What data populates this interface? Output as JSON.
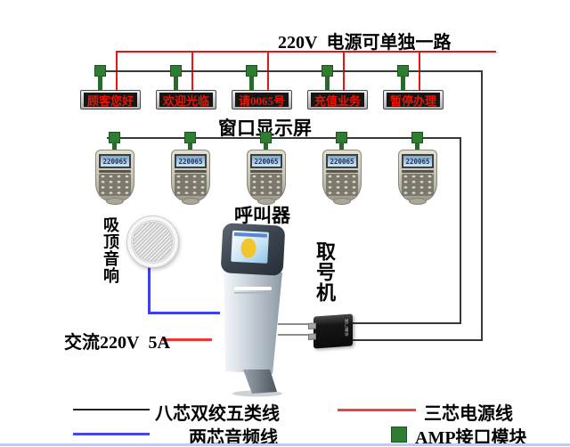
{
  "power_label": "220V  电源可单独一路",
  "displays": {
    "label": "窗口显示屏",
    "items": [
      "顾客您好",
      "欢迎光临",
      "请0065号",
      "充值业务",
      "暂停办理"
    ]
  },
  "callers": {
    "label": "呼叫器",
    "lcd": "220065"
  },
  "speaker": {
    "label": "吸顶音响"
  },
  "kiosk": {
    "label": "取号机"
  },
  "ac_label": "交流220V  5A",
  "module_text": "接口模块",
  "legend": {
    "cat5": "八芯双绞五类线",
    "power": "三芯电源线",
    "audio": "两芯音频线",
    "amp": "AMP接口模块"
  }
}
